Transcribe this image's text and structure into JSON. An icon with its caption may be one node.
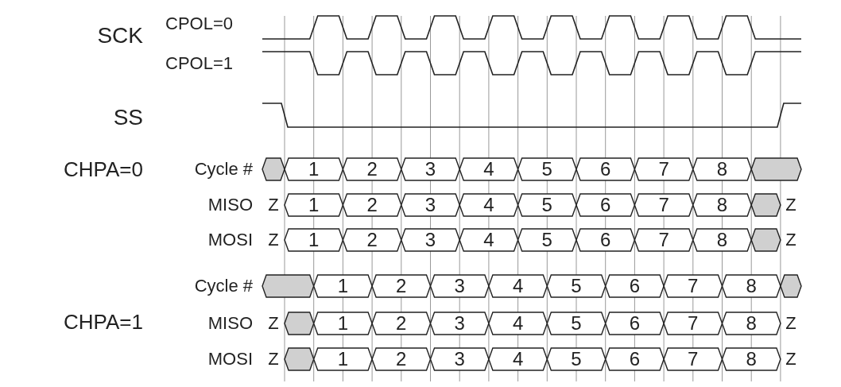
{
  "diagram": {
    "labels": [
      "SCK",
      "CPOL=0",
      "CPOL=1",
      "SS",
      "CHPA=0",
      "Cycle #",
      "1",
      "2",
      "3",
      "4",
      "5",
      "6",
      "7",
      "8",
      "MISO",
      "Z",
      "1",
      "2",
      "3",
      "4",
      "5",
      "6",
      "7",
      "8",
      "Z",
      "MOSI",
      "Z",
      "1",
      "2",
      "3",
      "4",
      "5",
      "6",
      "7",
      "8",
      "Z",
      "Cycle #",
      "1",
      "2",
      "3",
      "4",
      "5",
      "6",
      "7",
      "8",
      "CHPA=1",
      "MISO",
      "Z",
      "1",
      "2",
      "3",
      "4",
      "5",
      "6",
      "7",
      "8",
      "Z",
      "MOSI",
      "Z",
      "1",
      "2",
      "3",
      "4",
      "5",
      "6",
      "7",
      "8",
      "Z"
    ]
  }
}
